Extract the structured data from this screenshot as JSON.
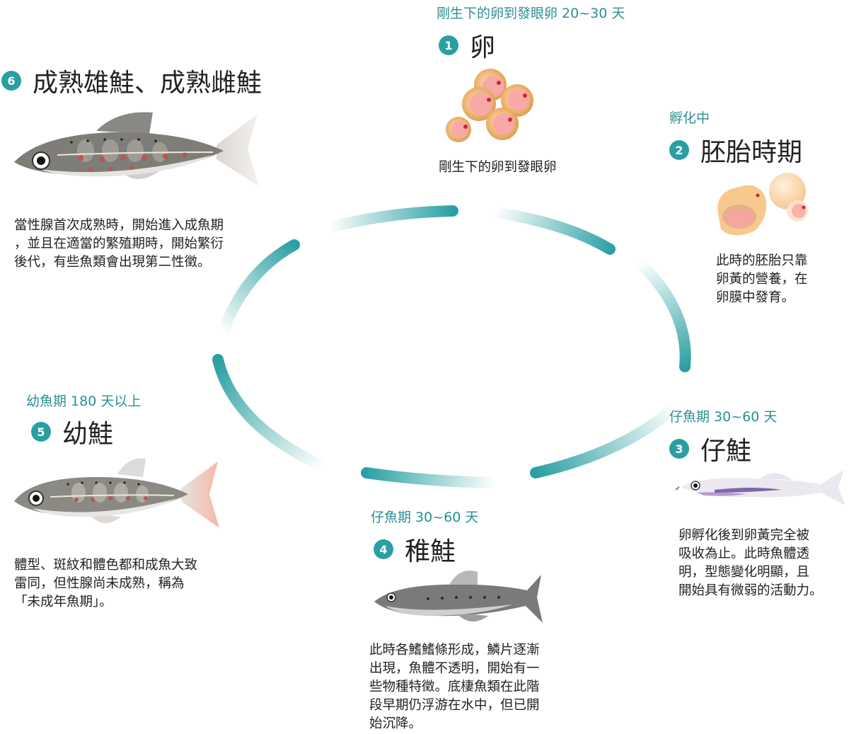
{
  "accent": "#2a9fa3",
  "stages": {
    "s1": {
      "badge": "1",
      "subtitle": "剛生下的卵到發眼卵  20~30  天",
      "title": "卵",
      "desc": "剛生下的卵到發眼卵",
      "icon": "fish-eggs-icon"
    },
    "s2": {
      "badge": "2",
      "subtitle": "孵化中",
      "title": "胚胎時期",
      "desc": "此時的胚胎只靠\n卵黃的營養，在\n卵膜中發育。",
      "icon": "embryo-icon"
    },
    "s3": {
      "badge": "3",
      "subtitle": "仔魚期  30~60  天",
      "title": "仔鮭",
      "desc": "卵孵化後到卵黃完全被\n吸收為止。此時魚體透\n明，型態變化明顯，且\n開始具有微弱的活動力。",
      "icon": "larva-fish-icon"
    },
    "s4": {
      "badge": "4",
      "subtitle": "仔魚期  30~60  天",
      "title": "稚鮭",
      "desc": "此時各鰭鰭條形成，鱗片逐漸\n出現，魚體不透明，開始有一\n些物種特徵。底棲魚類在此階\n段早期仍浮游在水中，但已開\n始沉降。",
      "icon": "fry-fish-icon"
    },
    "s5": {
      "badge": "5",
      "subtitle": "幼魚期  180  天以上",
      "title": "幼鮭",
      "desc": "體型、斑紋和體色都和成魚大致\n雷同，但性腺尚未成熟，稱為\n「未成年魚期」。",
      "icon": "juvenile-salmon-icon"
    },
    "s6": {
      "badge": "6",
      "title": "成熟雄鮭、成熟雌鮭",
      "desc": "當性腺首次成熟時，開始進入成魚期\n，並且在適當的繁殖期時，開始繁衍\n後代，有些魚類會出現第二性徵。",
      "icon": "adult-salmon-icon"
    }
  }
}
